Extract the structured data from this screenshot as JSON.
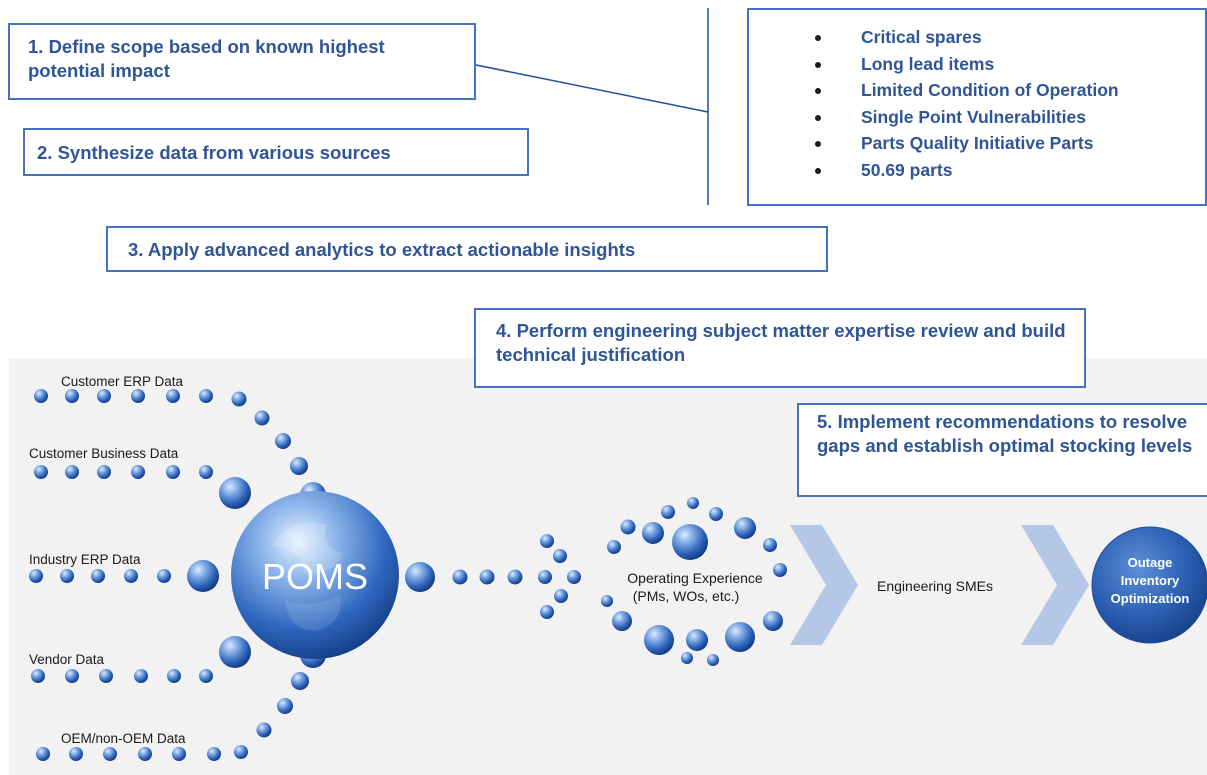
{
  "steps": {
    "s1": "1.  Define scope based on known highest potential impact",
    "s2": "2.  Synthesize data from various sources",
    "s3": "3.  Apply advanced analytics to extract actionable insights",
    "s4": "4.  Perform engineering subject matter expertise review and build technical justification",
    "s5": "5.  Implement recommendations to resolve gaps and establish optimal stocking levels"
  },
  "scope_list": [
    "Critical spares",
    "Long lead items",
    "Limited Condition of Operation",
    "Single Point Vulnerabilities",
    "Parts Quality Initiative Parts",
    "50.69 parts"
  ],
  "sources": [
    "Customer ERP Data",
    "Customer Business Data",
    "Industry ERP Data",
    "Vendor Data",
    "OEM/non-OEM Data"
  ],
  "hub_label": "POMS",
  "operating_experience": [
    "Operating Experience",
    "(PMs, WOs, etc.)"
  ],
  "sme_label": "Engineering SMEs",
  "outcome": [
    "Outage",
    "Inventory",
    "Optimization"
  ],
  "colors": {
    "text": "#2F5597",
    "border": "#4472C4",
    "sphere_light": "#9CC2F0",
    "sphere_dark": "#1F4E9C",
    "panel": "#F2F2F2",
    "chevron": "#B4C7E7"
  }
}
